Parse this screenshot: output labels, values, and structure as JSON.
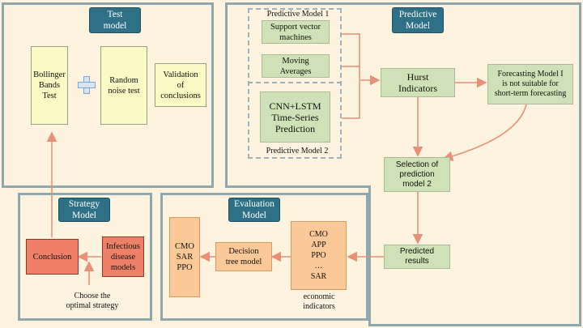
{
  "test_panel": {
    "tag": "Test\nmodel",
    "bollinger": "Bollinger\nBands\nTest",
    "random_noise": "Random\nnoise test",
    "validation": "Validation\nof\nconclusions",
    "plus_icon": "plus-icon"
  },
  "predictive_panel": {
    "tag": "Predictive\nModel",
    "model1_label": "Predictive Model 1",
    "model2_label": "Predictive Model 2",
    "svm": "Support vector\nmachines",
    "moving_avg": "Moving\nAverages",
    "cnn_lstm": "CNN+LSTM\nTime-Series\nPrediction",
    "hurst": "Hurst\nIndicators",
    "forecasting": "Forecasting Model I\nis not suitable for\nshort-term forecasting",
    "selection": "Selection of\nprediction\nmodel 2",
    "predicted": "Predicted\nresults"
  },
  "strategy_panel": {
    "tag": "Strategy\nModel",
    "conclusion": "Conclusion",
    "infectious": "Infectious\ndisease\nmodels",
    "choose": "Choose the\noptimal strategy"
  },
  "evaluation_panel": {
    "tag": "Evaluation\nModel",
    "cmo_sar_ppo": "CMO\nSAR\nPPO",
    "decision_tree": "Decision\ntree model",
    "indicators": "CMO\nAPP\nPPO\n…\nSAR",
    "economic": "economic\nindicators"
  },
  "colors": {
    "background": "#fdf3de",
    "panel_border": "#8fa8ad",
    "tag": "#2e7186",
    "arrow": "#e89078"
  }
}
